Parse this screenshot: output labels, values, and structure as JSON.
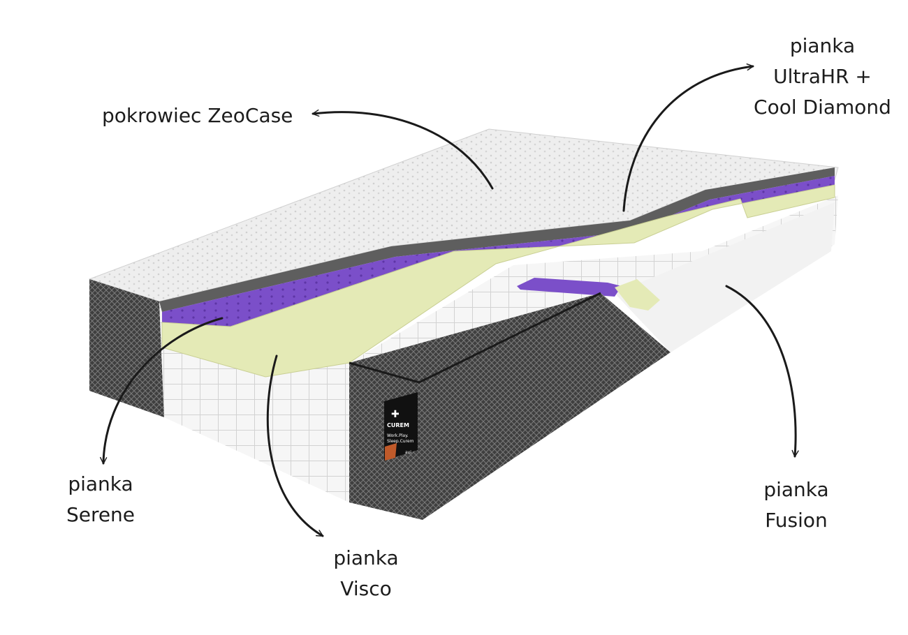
{
  "labels": {
    "cover": {
      "lines": [
        "pokrowiec ZeoCase"
      ]
    },
    "ultrahr": {
      "lines": [
        "pianka",
        "UltraHR +",
        "Cool Diamond"
      ]
    },
    "serene": {
      "lines": [
        "pianka",
        "Serene"
      ]
    },
    "visco": {
      "lines": [
        "pianka",
        "Visco"
      ]
    },
    "fusion": {
      "lines": [
        "pianka",
        "Fusion"
      ]
    }
  },
  "tag": {
    "brand": "CUREM",
    "slogan_1": "Work.Play.",
    "slogan_2": "Sleep.Curem",
    "foot": "avi"
  },
  "colors": {
    "cover_top": "#ececec",
    "side_fabric": "#4a4a4a",
    "gray_layer": "#5e5e5e",
    "purple_layer": "#7b4fc9",
    "yellow_layer": "#e4eab6",
    "white_foam": "#f4f4f4",
    "arrow": "#1a1a1a",
    "text": "#1c1c1c"
  }
}
